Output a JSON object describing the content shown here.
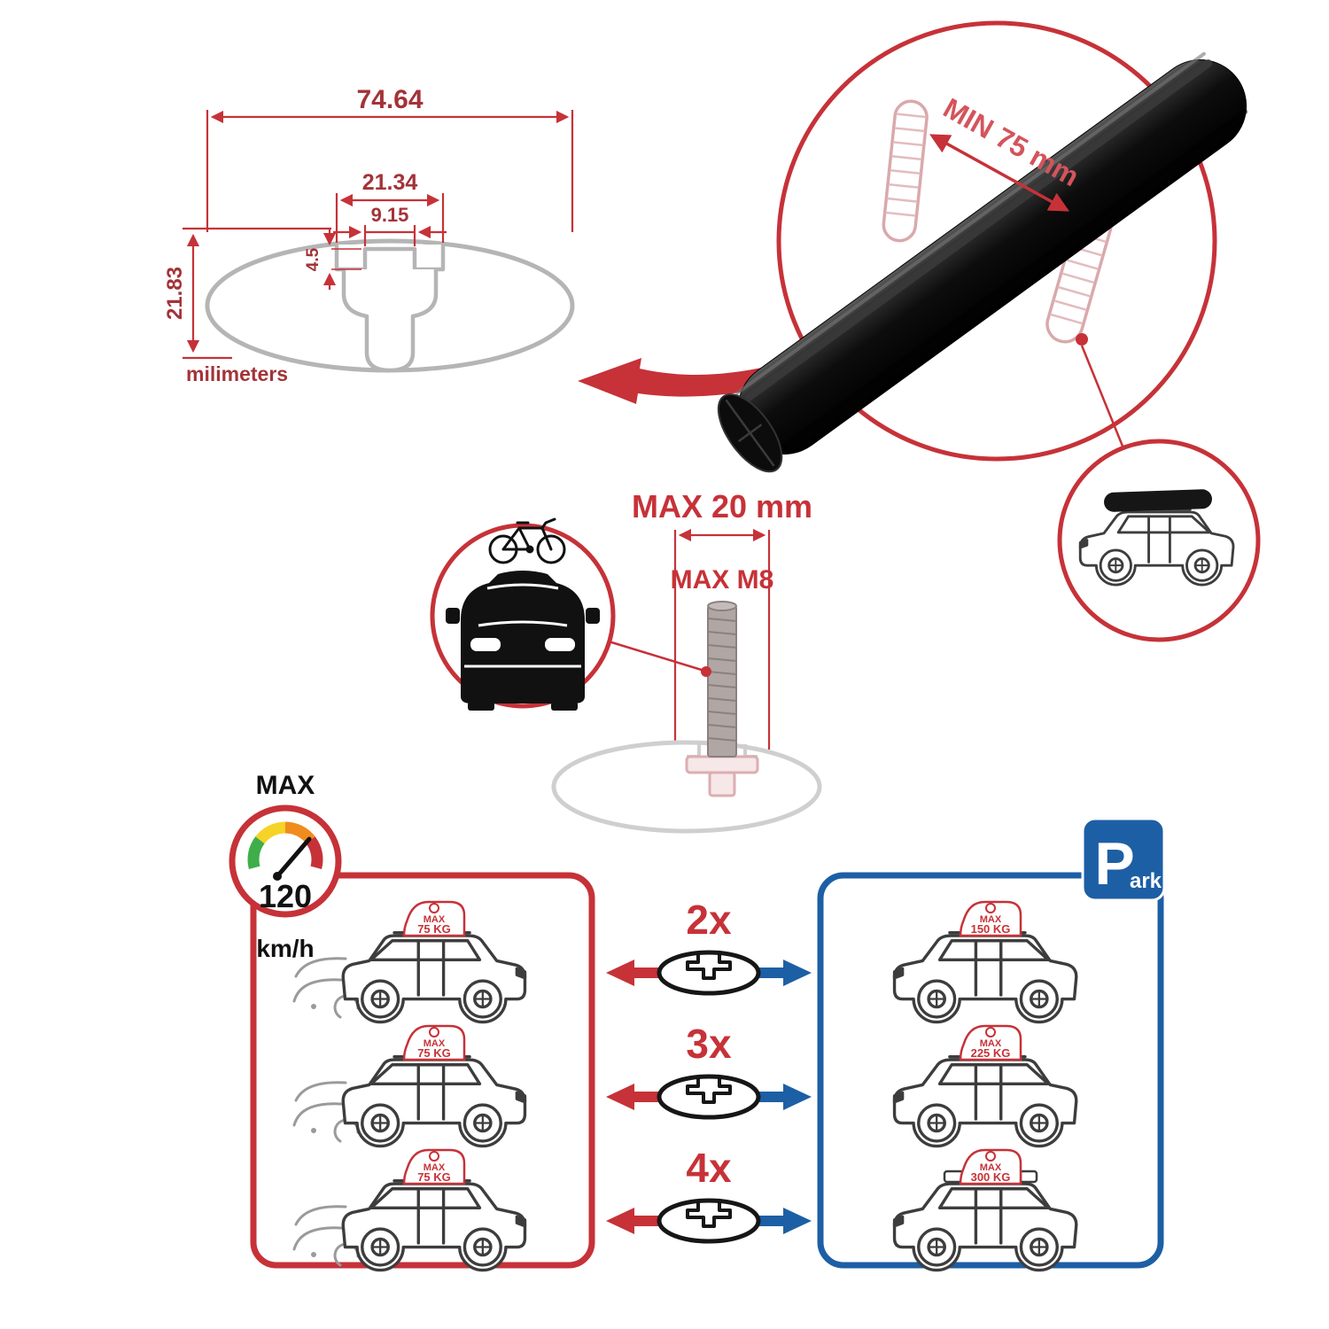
{
  "colors": {
    "red": "#c63238",
    "blue": "#1d5fa5",
    "gray": "#b5b5b5",
    "black": "#111111"
  },
  "icons": {
    "crossbar-profile-icon": "oval T-slot crossbar end view",
    "speedometer-icon": "speed gauge",
    "parking-icon": "parking sign P",
    "bike-car-front-icon": "car front with bicycle on roof",
    "roofbox-car-icon": "suv with roof box",
    "driving-car-icon": "suv driving with roof load",
    "parked-car-icon": "suv parked with roof load"
  },
  "cross_section": {
    "total_width": "74.64",
    "slot_outer_width": "21.34",
    "slot_inner_width": "9.15",
    "lip_height": "4.5",
    "total_height": "21.83",
    "units_label": "milimeters"
  },
  "bar_detail": {
    "min_span_label": "MIN 75 mm"
  },
  "bolt_spec": {
    "max_width_label": "MAX 20 mm",
    "max_thread_label": "MAX M8"
  },
  "speed_limit": {
    "title": "MAX",
    "value": "120",
    "unit": "km/h"
  },
  "parking_sign": {
    "letter": "P",
    "suffix": "ark"
  },
  "load_rows": [
    {
      "multiplier": "2x",
      "driving_max": "MAX",
      "driving_kg": "75 KG",
      "parked_max": "MAX",
      "parked_kg": "150 KG"
    },
    {
      "multiplier": "3x",
      "driving_max": "MAX",
      "driving_kg": "75 KG",
      "parked_max": "MAX",
      "parked_kg": "225 KG"
    },
    {
      "multiplier": "4x",
      "driving_max": "MAX",
      "driving_kg": "75 KG",
      "parked_max": "MAX",
      "parked_kg": "300 KG"
    }
  ]
}
